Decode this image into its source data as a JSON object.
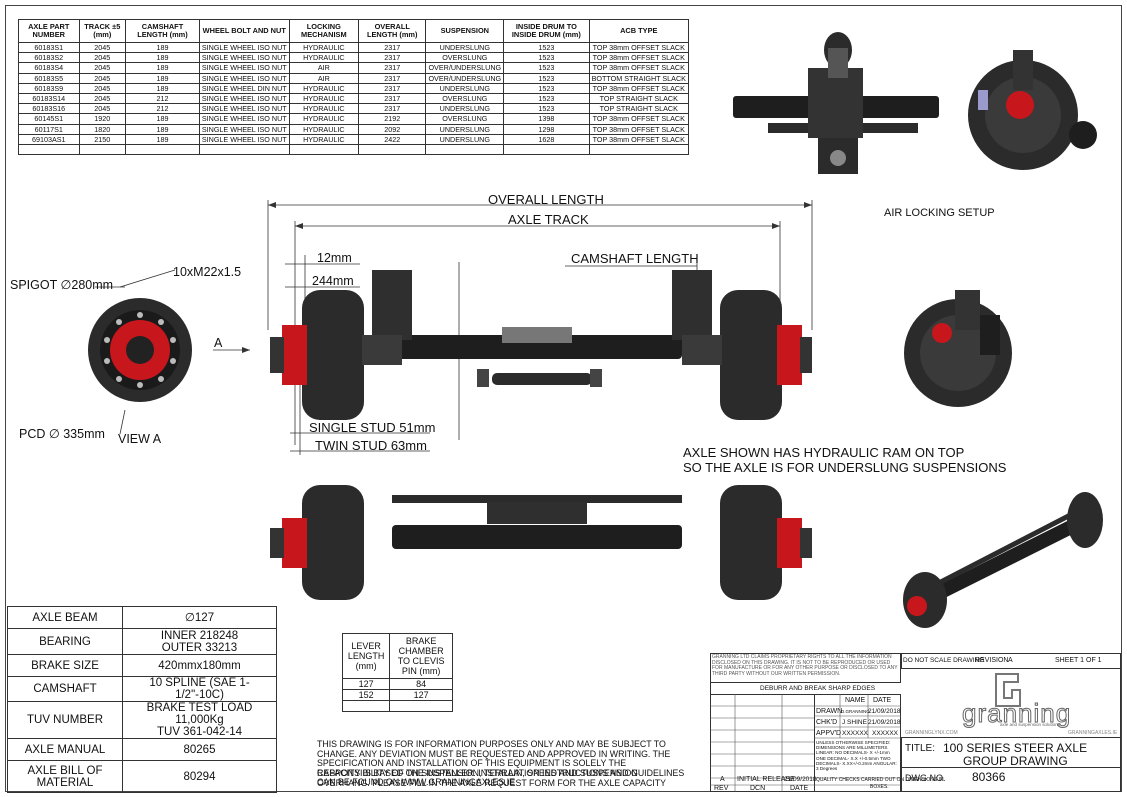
{
  "axle_table": {
    "headers": [
      "AXLE PART NUMBER",
      "TRACK ±5 (mm)",
      "CAMSHAFT LENGTH (mm)",
      "WHEEL BOLT AND NUT",
      "LOCKING MECHANISM",
      "OVERALL LENGTH (mm)",
      "SUSPENSION",
      "INSIDE DRUM TO INSIDE DRUM (mm)",
      "ACB TYPE"
    ],
    "rows": [
      [
        "60183S1",
        "2045",
        "189",
        "SINGLE WHEEL ISO NUT",
        "HYDRAULIC",
        "2317",
        "UNDERSLUNG",
        "1523",
        "TOP 38mm OFFSET SLACK"
      ],
      [
        "60183S2",
        "2045",
        "189",
        "SINGLE WHEEL ISO NUT",
        "HYDRAULIC",
        "2317",
        "OVERSLUNG",
        "1523",
        "TOP 38mm OFFSET SLACK"
      ],
      [
        "60183S4",
        "2045",
        "189",
        "SINGLE WHEEL ISO NUT",
        "AIR",
        "2317",
        "OVER/UNDERSLUNG",
        "1523",
        "TOP 38mm OFFSET SLACK"
      ],
      [
        "60183S5",
        "2045",
        "189",
        "SINGLE WHEEL ISO NUT",
        "AIR",
        "2317",
        "OVER/UNDERSLUNG",
        "1523",
        "BOTTOM STRAIGHT SLACK"
      ],
      [
        "60183S9",
        "2045",
        "189",
        "SINGLE WHEEL DIN NUT",
        "HYDRAULIC",
        "2317",
        "UNDERSLUNG",
        "1523",
        "TOP 38mm OFFSET SLACK"
      ],
      [
        "60183S14",
        "2045",
        "212",
        "SINGLE WHEEL ISO NUT",
        "HYDRAULIC",
        "2317",
        "OVERSLUNG",
        "1523",
        "TOP STRAIGHT SLACK"
      ],
      [
        "60183S16",
        "2045",
        "212",
        "SINGLE WHEEL ISO NUT",
        "HYDRAULIC",
        "2317",
        "UNDERSLUNG",
        "1523",
        "TOP STRAIGHT SLACK"
      ],
      [
        "60145S1",
        "1920",
        "189",
        "SINGLE WHEEL ISO NUT",
        "HYDRAULIC",
        "2192",
        "OVERSLUNG",
        "1398",
        "TOP 38mm OFFSET SLACK"
      ],
      [
        "60117S1",
        "1820",
        "189",
        "SINGLE WHEEL ISO NUT",
        "HYDRAULIC",
        "2092",
        "UNDERSLUNG",
        "1298",
        "TOP 38mm OFFSET SLACK"
      ],
      [
        "69103AS1",
        "2150",
        "189",
        "SINGLE WHEEL ISO NUT",
        "HYDRAULIC",
        "2422",
        "UNDERSLUNG",
        "1628",
        "TOP 38mm OFFSET SLACK"
      ],
      [
        "",
        "",
        "",
        "",
        "",
        "",
        "",
        "",
        ""
      ]
    ]
  },
  "labels": {
    "air_locking": "AIR LOCKING SETUP",
    "overall_length": "OVERALL LENGTH",
    "axle_track": "AXLE TRACK",
    "camshaft_length": "CAMSHAFT LENGTH",
    "dim_12": "12mm",
    "dim_244": "244mm",
    "studs": "10xM22x1.5",
    "spigot": "SPIGOT ∅280mm",
    "pcd": "PCD ∅ 335mm",
    "view_a": "VIEW A",
    "arrow_a": "A",
    "single_stud": "SINGLE STUD 51mm",
    "twin_stud": "TWIN STUD 63mm",
    "axle_note_1": "AXLE SHOWN HAS HYDRAULIC RAM ON TOP",
    "axle_note_2": "SO THE AXLE IS FOR UNDERSLUNG SUSPENSIONS"
  },
  "spec_table": [
    {
      "key": "AXLE BEAM",
      "value": "∅127"
    },
    {
      "key": "BEARING",
      "value": "INNER 218248\nOUTER 33213"
    },
    {
      "key": "BRAKE SIZE",
      "value": "420mmx180mm"
    },
    {
      "key": "CAMSHAFT",
      "value": "10 SPLINE (SAE 1-1/2\"-10C)"
    },
    {
      "key": "TUV NUMBER",
      "value": "BRAKE TEST LOAD 11,000Kg\nTUV 361-042-14"
    },
    {
      "key": "AXLE MANUAL",
      "value": "80265"
    },
    {
      "key": "AXLE BILL OF\nMATERIAL",
      "value": "80294"
    }
  ],
  "lever_table": {
    "headers": [
      "LEVER LENGTH (mm)",
      "BRAKE CHAMBER TO CLEVIS PIN (mm)"
    ],
    "rows": [
      [
        "127",
        "84"
      ],
      [
        "152",
        "127"
      ]
    ]
  },
  "notes": [
    "THIS DRAWING IS FOR INFORMATION PURPOSES ONLY AND MAY BE SUBJECT TO CHANGE. ANY DEVIATION MUST BE REQUESTED AND APPROVED IN WRITING. THE SPECIFICATION AND INSTALLATION OF THIS EQUIPMENT IS SOLELY THE RESPONSIBILITY OF THE INSTALLER. INSTALLATION INSTRUCTIONS AND GUIDELINES CAN BE FOUND ON WWW.GRANNINGAXLES.IE",
    "CAPACITY IS BASED ON SUSPENSION, TERRAIN, SPEED AND SUSPENSION OVERHANG. PLEASE FILL IN THE AXLE REQUEST FORM FOR THE AXLE CAPACITY"
  ],
  "title_block": {
    "proprietary": "GRANNING LTD CLAIMS PROPRIETARY RIGHTS TO ALL THE INFORMATION DISCLOSED ON THIS DRAWING. IT IS NOT TO BE REPRODUCED OR USED FOR MANUFACTURE OR FOR ANY OTHER PURPOSE OR DISCLOSED TO ANY THIRD PARTY WITHOUT OUR WRITTEN PERMISSION.",
    "deburr": "DEBURR AND BREAK SHARP EDGES",
    "do_not_scale": "DO NOT SCALE DRAWING",
    "revision_label": "REVISION",
    "revision": "A",
    "sheet": "SHEET 1 OF 1",
    "name_hdr": "NAME",
    "date_hdr": "DATE",
    "drawn": "DRAWN",
    "drawn_name": "D.GRANNING",
    "drawn_date": "21/09/2018",
    "chkd": "CHK'D",
    "chkd_name": "J SHINE",
    "chkd_date": "21/09/2018",
    "appvd": "APPV'D",
    "appvd_name": "XXXXXX",
    "appvd_date": "XXXXXX",
    "tolerances": "UNLESS OTHERWISE SPECIFIED: DIMENSIONS ARE MILLIMETERS LINEAR: NO DECIMALS- X +/-1mm ONE DECIMAL- X.X +/-0.5mm TWO DECIMALS- X.XX+/-0.2mm ANGULAR: 3 Degrees",
    "quality": "QUALITY CHECKS CARRIED OUT ON DIMENSIONS IN",
    "boxes": "BOXES.",
    "rev_a": "A",
    "initial_release": "INITIAL RELEASE",
    "release_date": "21/09/2018",
    "rev_hdr": "REV",
    "dcn_hdr": "DCN",
    "date_col_hdr": "DATE",
    "brand": "granning",
    "brand_tag": "axle and suspension solutions",
    "web_left": "GRANNINGLYNX.COM",
    "web_right": "GRANNINGAXLES.IE",
    "title_label": "TITLE:",
    "title_1": "100 SERIES STEER AXLE",
    "title_2": "GROUP DRAWING",
    "dwg_label": "DWG NO.",
    "dwg_no": "80366"
  },
  "colors": {
    "hub_red": "#c8161d",
    "drum_dark": "#2b2b2b",
    "beam": "#1e1e1e"
  }
}
